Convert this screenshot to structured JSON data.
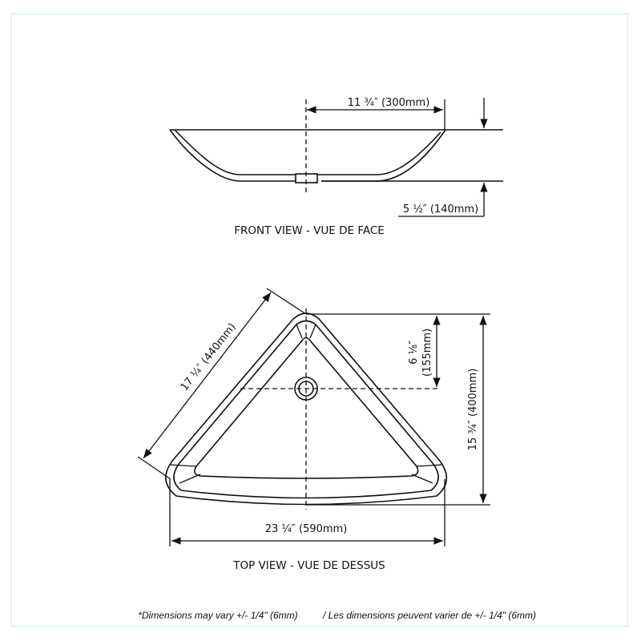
{
  "front_view": {
    "title": "FRONT VIEW - VUE DE FACE",
    "width_dim": "11 ¾″ (300mm)",
    "height_dim": "5 ½″ (140mm)"
  },
  "top_view": {
    "title": "TOP VIEW - VUE DE DESSUS",
    "side_dim": "17 ¼″ (440mm)",
    "drain_dim_in": "6 ⅛″",
    "drain_dim_mm": "(155mm)",
    "depth_dim": "15 ¾″ (400mm)",
    "width_dim": "23 ¼″ (590mm)"
  },
  "footer": {
    "note_en": "*Dimensions may vary +/- 1/4\" (6mm)",
    "note_fr": "/ Les dimensions peuvent varier de +/- 1/4\" (6mm)"
  }
}
